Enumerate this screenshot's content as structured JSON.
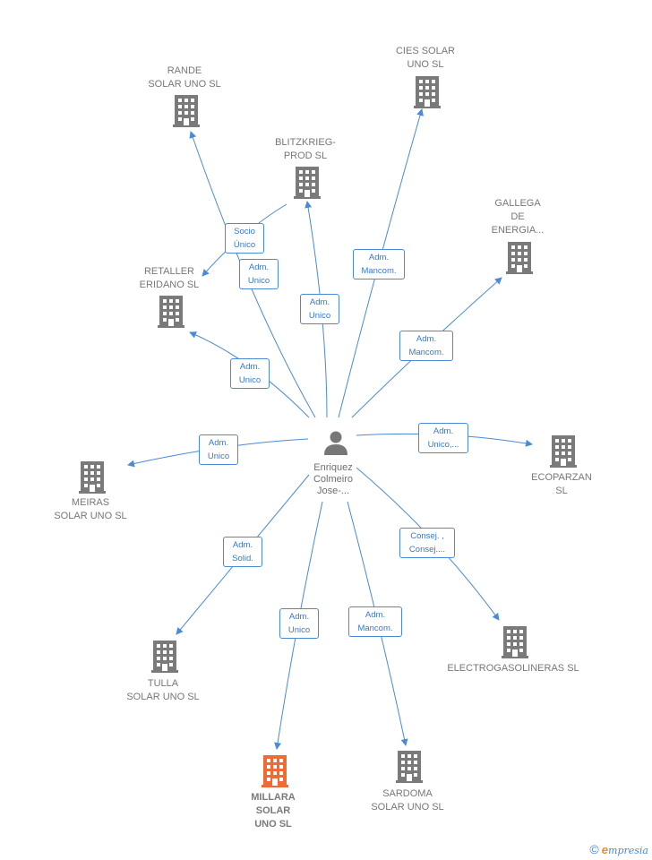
{
  "center": {
    "name": "Enriquez\nColmeiro\nJose-...",
    "icon": "person-icon"
  },
  "colors": {
    "edge": "#4a8ad6",
    "building": "#7a7a7a",
    "highlight": "#f06a35"
  },
  "nodes": [
    {
      "id": "rande",
      "label": "RANDE\nSOLAR UNO SL",
      "icon": "building-icon"
    },
    {
      "id": "cies",
      "label": "CIES SOLAR\nUNO SL",
      "icon": "building-icon"
    },
    {
      "id": "blitzkrieg",
      "label": "BLITZKRIEG-\nPROD  SL",
      "icon": "building-icon"
    },
    {
      "id": "gallega",
      "label": "GALLEGA\nDE\nENERGIA...",
      "icon": "building-icon"
    },
    {
      "id": "retaller",
      "label": "RETALLER\nERIDANO  SL",
      "icon": "building-icon"
    },
    {
      "id": "meiras",
      "label": "MEIRAS\nSOLAR UNO SL",
      "icon": "building-icon"
    },
    {
      "id": "ecoparzan",
      "label": "ECOPARZAN\nSL",
      "icon": "building-icon"
    },
    {
      "id": "tulla",
      "label": "TULLA\nSOLAR UNO SL",
      "icon": "building-icon"
    },
    {
      "id": "electro",
      "label": "ELECTROGASOLINERAS SL",
      "icon": "building-icon"
    },
    {
      "id": "millara",
      "label": "MILLARA\nSOLAR\nUNO  SL",
      "icon": "building-icon",
      "highlight": true
    },
    {
      "id": "sardoma",
      "label": "SARDOMA\nSOLAR UNO SL",
      "icon": "building-icon"
    }
  ],
  "edges": [
    {
      "id": "e-rande-retaller",
      "label": "Socio\nÚnico"
    },
    {
      "id": "e-rande",
      "label": "Adm.\nUnico"
    },
    {
      "id": "e-blitz",
      "label": "Adm.\nUnico"
    },
    {
      "id": "e-cies",
      "label": "Adm.\nMancom."
    },
    {
      "id": "e-gallega",
      "label": "Adm.\nMancom."
    },
    {
      "id": "e-retaller",
      "label": "Adm.\nUnico"
    },
    {
      "id": "e-meiras",
      "label": "Adm.\nUnico"
    },
    {
      "id": "e-ecoparzan",
      "label": "Adm.\nUnico,..."
    },
    {
      "id": "e-tulla",
      "label": "Adm.\nSolid."
    },
    {
      "id": "e-electro",
      "label": "Consej. ,\nConsej...."
    },
    {
      "id": "e-millara",
      "label": "Adm.\nUnico"
    },
    {
      "id": "e-sardoma",
      "label": "Adm.\nMancom."
    }
  ],
  "footer": {
    "copyright_symbol": "©",
    "brand_initial": "e",
    "brand_rest": "mpresia"
  }
}
